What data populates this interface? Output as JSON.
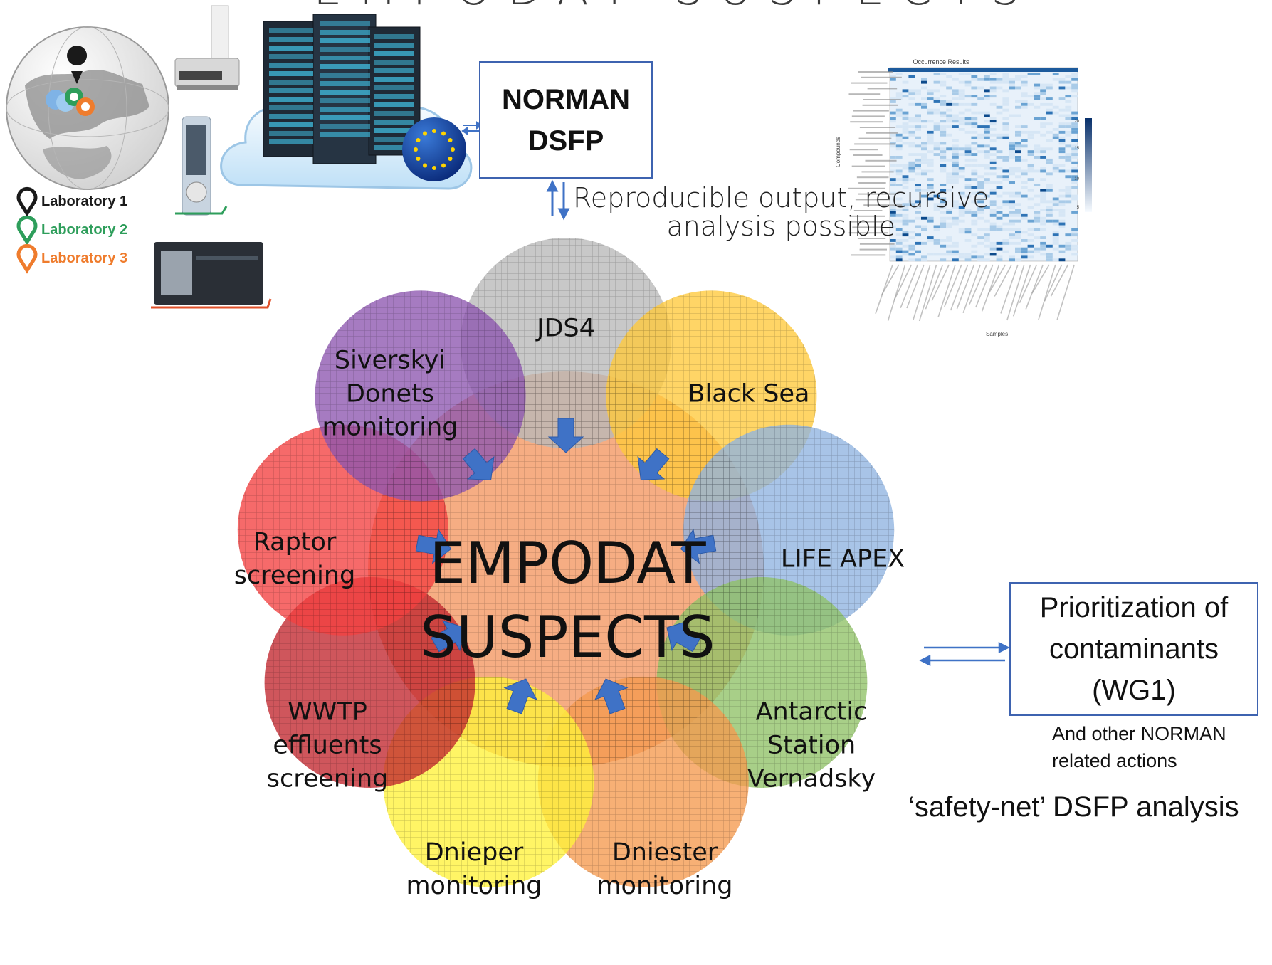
{
  "title_partial": "EMPODAT SUSPECTS",
  "norman_box": {
    "line1": "NORMAN",
    "line2": "DSFP"
  },
  "reproducible": {
    "line1": "Reproducible output, recursive",
    "line2": "analysis possible"
  },
  "center": {
    "line1": "EMPODAT",
    "line2": "SUSPECTS"
  },
  "laboratories": [
    {
      "label": "Laboratory 1",
      "color": "#1a1a1a"
    },
    {
      "label": "Laboratory 2",
      "color": "#2e9e5b"
    },
    {
      "label": "Laboratory 3",
      "color": "#ef7c2d"
    }
  ],
  "heatmap": {
    "title": "Occurrence Results",
    "ylabel": "Compounds",
    "xlabel": "Samples",
    "colorbar_ticks": [
      "20",
      "15",
      "10",
      "5"
    ]
  },
  "circles": [
    {
      "lines": [
        "JDS4"
      ],
      "color": "#b8b8b8"
    },
    {
      "lines": [
        "Black Sea"
      ],
      "color": "#ffc93b"
    },
    {
      "lines": [
        "LIFE APEX"
      ],
      "color": "#8fb4e0"
    },
    {
      "lines": [
        "Antarctic",
        "Station",
        "Vernadsky"
      ],
      "color": "#8fc266"
    },
    {
      "lines": [
        "Dniester",
        "monitoring"
      ],
      "color": "#f59a4e"
    },
    {
      "lines": [
        "Dnieper",
        "monitoring"
      ],
      "color": "#fff23a"
    },
    {
      "lines": [
        "WWTP",
        "effluents",
        "screening"
      ],
      "color": "#c2262e"
    },
    {
      "lines": [
        "Raptor",
        "screening"
      ],
      "color": "#f44040"
    },
    {
      "lines": [
        "Siverskyi",
        "Donets",
        "monitoring"
      ],
      "color": "#8d56b0"
    }
  ],
  "center_color": "#f6a97c",
  "arrow_color": "#3f72c6",
  "box_border_color": "#3e63b0",
  "prioritization": {
    "line1": "Prioritization of",
    "line2": "contaminants",
    "line3": "(WG1)"
  },
  "other_actions": {
    "line1": "And other NORMAN",
    "line2": "related actions"
  },
  "safety_net": "‘safety-net’ DSFP analysis"
}
